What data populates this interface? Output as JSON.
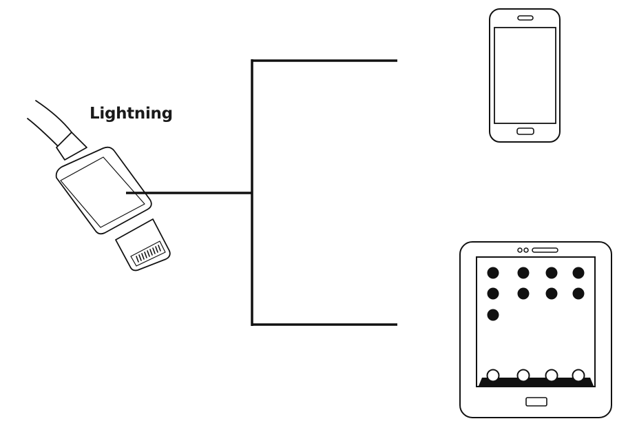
{
  "connector": {
    "label": "Lightning"
  },
  "devices": {
    "top_icon": "smartphone-icon",
    "bottom_icon": "tablet-icon",
    "tablet_app_rows": [
      4,
      4,
      1
    ],
    "tablet_dock_count": 4
  },
  "colors": {
    "stroke": "#111111",
    "background": "#ffffff"
  }
}
